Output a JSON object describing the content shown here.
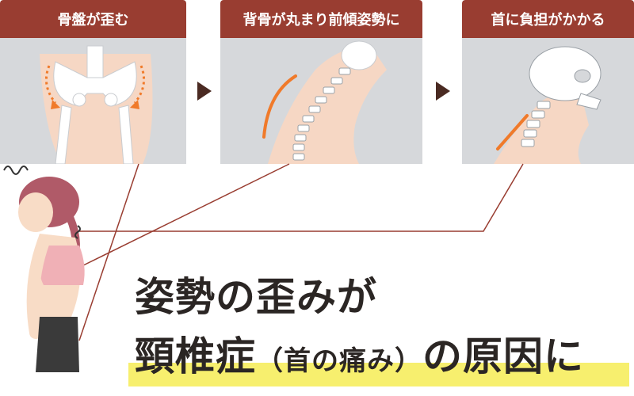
{
  "panels": [
    {
      "title": "骨盤が歪む"
    },
    {
      "title": "背骨が丸まり前傾姿勢に"
    },
    {
      "title": "首に負担がかかる"
    }
  ],
  "headline": {
    "line1": "姿勢の歪みが",
    "line2_main": "頸椎症",
    "line2_paren": "（首の痛み）",
    "line2_end": "の原因に"
  },
  "colors": {
    "header": "#993d31",
    "panel_bg": "#d6d8db",
    "accent_orange": "#f07a2a",
    "highlight": "#f7ef6e",
    "text": "#2b2624"
  }
}
